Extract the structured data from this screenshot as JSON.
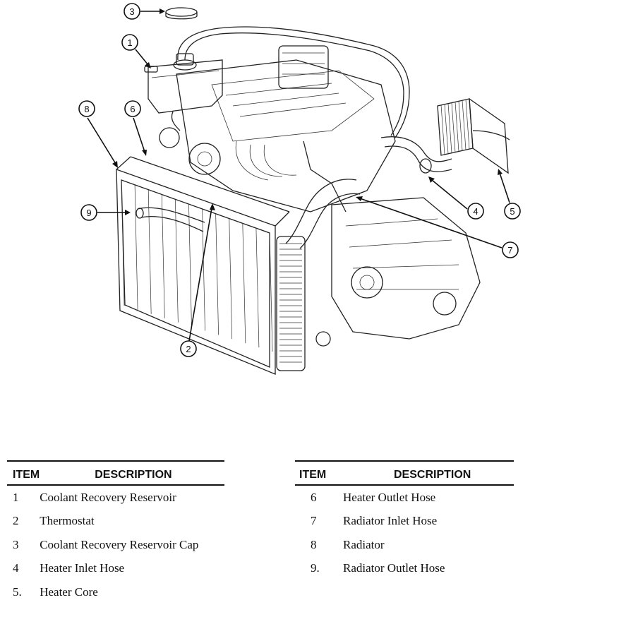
{
  "callouts": [
    {
      "id": "1",
      "label": "1"
    },
    {
      "id": "2",
      "label": "2"
    },
    {
      "id": "3",
      "label": "3"
    },
    {
      "id": "4",
      "label": "4"
    },
    {
      "id": "5",
      "label": "5"
    },
    {
      "id": "6",
      "label": "6"
    },
    {
      "id": "7",
      "label": "7"
    },
    {
      "id": "8",
      "label": "8"
    },
    {
      "id": "9",
      "label": "9"
    }
  ],
  "table_left": {
    "header_item": "ITEM",
    "header_desc": "DESCRIPTION",
    "rows": [
      {
        "item": "1",
        "desc": "Coolant Recovery Reservoir"
      },
      {
        "item": "2",
        "desc": "Thermostat"
      },
      {
        "item": "3",
        "desc": "Coolant Recovery Reservoir Cap"
      },
      {
        "item": "4",
        "desc": "Heater Inlet Hose"
      },
      {
        "item": "5.",
        "desc": "Heater Core"
      }
    ]
  },
  "table_right": {
    "header_item": "ITEM",
    "header_desc": "DESCRIPTION",
    "rows": [
      {
        "item": "6",
        "desc": "Heater Outlet Hose"
      },
      {
        "item": "7",
        "desc": "Radiator Inlet Hose"
      },
      {
        "item": "8",
        "desc": "Radiator"
      },
      {
        "item": "9.",
        "desc": "Radiator Outlet Hose"
      }
    ]
  }
}
